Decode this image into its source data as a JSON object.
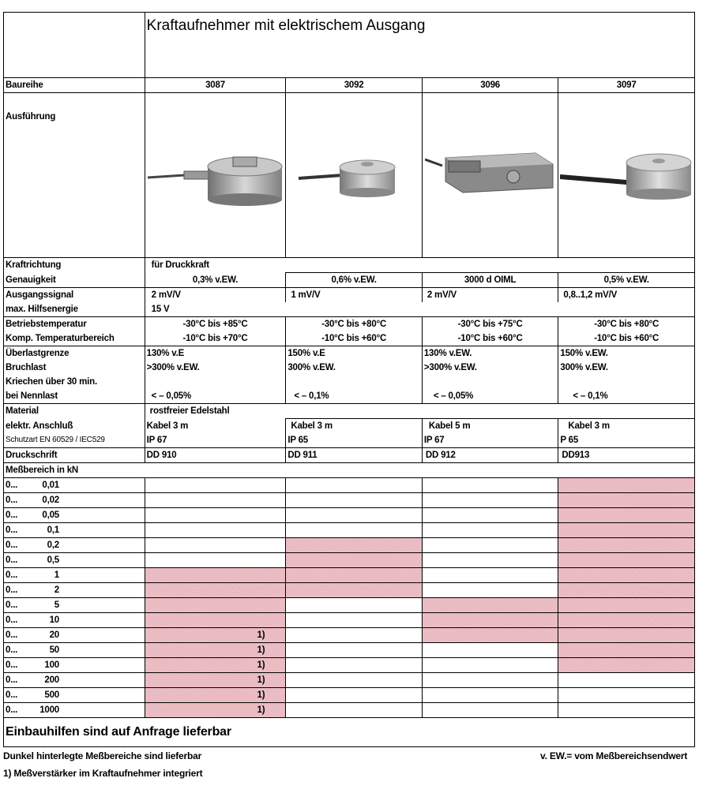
{
  "title": "Kraftaufnehmer mit elektrischem Ausgang",
  "series_label": "Baureihe",
  "models": [
    "3087",
    "3092",
    "3096",
    "3097"
  ],
  "execution_label": "Ausführung",
  "specs": {
    "kraftrichtung": {
      "label": "Kraftrichtung",
      "value": "für Druckkraft"
    },
    "genauigkeit": {
      "label": "Genauigkeit",
      "values": [
        "0,3% v.EW.",
        "0,6% v.EW.",
        "3000  d OIML",
        "0,5% v.EW."
      ]
    },
    "ausgangssignal": {
      "label": "Ausgangssignal",
      "values": [
        "2 mV/V",
        "1 mV/V",
        "2 mV/V",
        "0,8..1,2 mV/V"
      ]
    },
    "hilfsenergie": {
      "label": "max. Hilfsenergie",
      "value": "15  V"
    },
    "betriebstemp": {
      "label": "Betriebstemperatur",
      "values": [
        "-30°C bis +85°C",
        "-30°C bis +80°C",
        "-30°C bis +75°C",
        "-30°C bis +80°C"
      ]
    },
    "kompensiert": {
      "label": "Komp. Temperaturbereich",
      "values": [
        "-10°C bis +70°C",
        "-10°C bis +60°C",
        "-10°C bis +60°C",
        "-10°C bis +60°C"
      ]
    },
    "ueberlast": {
      "label": "Überlastgrenze",
      "values": [
        "130% v.E",
        "150% v.E",
        "130% v.EW.",
        "150% v.EW."
      ]
    },
    "bruchlast": {
      "label": "Bruchlast",
      "values": [
        ">300% v.EW.",
        "300% v.EW.",
        ">300% v.EW.",
        "300% v.EW."
      ]
    },
    "kriechen": {
      "label": "Kriechen über 30 min.",
      "label2": "bei Nennlast",
      "values": [
        "< – 0,05%",
        "< – 0,1%",
        "< – 0,05%",
        "< – 0,1%"
      ]
    },
    "material": {
      "label": "Material",
      "value": "rostfreier Edelstahl"
    },
    "anschluss": {
      "label": "elektr. Anschluß",
      "values": [
        "Kabel 3 m",
        "Kabel 3 m",
        "Kabel 5 m",
        "Kabel 3 m"
      ]
    },
    "schutzart": {
      "label": "Schutzart   EN 60529 / IEC529",
      "values": [
        "IP 67",
        "IP 65",
        "IP 67",
        "P 65"
      ]
    },
    "druckschrift": {
      "label": "Druckschrift",
      "values": [
        "DD 910",
        "DD 911",
        "DD 912",
        "DD913"
      ]
    }
  },
  "range_header": "Meßbereich in kN",
  "ranges": [
    {
      "prefix": "0...",
      "value": "0,01",
      "filled": [
        false,
        false,
        false,
        true
      ],
      "note": ""
    },
    {
      "prefix": "0...",
      "value": "0,02",
      "filled": [
        false,
        false,
        false,
        true
      ],
      "note": ""
    },
    {
      "prefix": "0...",
      "value": "0,05",
      "filled": [
        false,
        false,
        false,
        true
      ],
      "note": ""
    },
    {
      "prefix": "0...",
      "value": "0,1",
      "filled": [
        false,
        false,
        false,
        true
      ],
      "note": ""
    },
    {
      "prefix": "0...",
      "value": "0,2",
      "filled": [
        false,
        true,
        false,
        true
      ],
      "note": ""
    },
    {
      "prefix": "0...",
      "value": "0,5",
      "filled": [
        false,
        true,
        false,
        true
      ],
      "note": ""
    },
    {
      "prefix": "0...",
      "value": "1",
      "filled": [
        true,
        true,
        false,
        true
      ],
      "note": ""
    },
    {
      "prefix": "0...",
      "value": "2",
      "filled": [
        true,
        true,
        false,
        true
      ],
      "note": ""
    },
    {
      "prefix": "0...",
      "value": "5",
      "filled": [
        true,
        false,
        true,
        true
      ],
      "note": ""
    },
    {
      "prefix": "0...",
      "value": "10",
      "filled": [
        true,
        false,
        true,
        true
      ],
      "note": ""
    },
    {
      "prefix": "0...",
      "value": "20",
      "filled": [
        true,
        false,
        true,
        true
      ],
      "note": "1)"
    },
    {
      "prefix": "0...",
      "value": "50",
      "filled": [
        true,
        false,
        false,
        true
      ],
      "note": "1)"
    },
    {
      "prefix": "0...",
      "value": "100",
      "filled": [
        true,
        false,
        false,
        true
      ],
      "note": "1)"
    },
    {
      "prefix": "0...",
      "value": "200",
      "filled": [
        true,
        false,
        false,
        false
      ],
      "note": "1)"
    },
    {
      "prefix": "0...",
      "value": "500",
      "filled": [
        true,
        false,
        false,
        false
      ],
      "note": "1)"
    },
    {
      "prefix": "0...",
      "value": "1000",
      "filled": [
        true,
        false,
        false,
        false
      ],
      "note": "1)"
    }
  ],
  "footer": "Einbauhilfen sind auf Anfrage lieferbar",
  "legend": {
    "dark_note": "Dunkel hinterlegte Meßbereiche sind  lieferbar",
    "ew_note": "v. EW.= vom Meßbereichsendwert",
    "footnote": "1) Meßverstärker im Kraftaufnehmer integriert"
  },
  "colors": {
    "filled": "#e9b8bf"
  }
}
